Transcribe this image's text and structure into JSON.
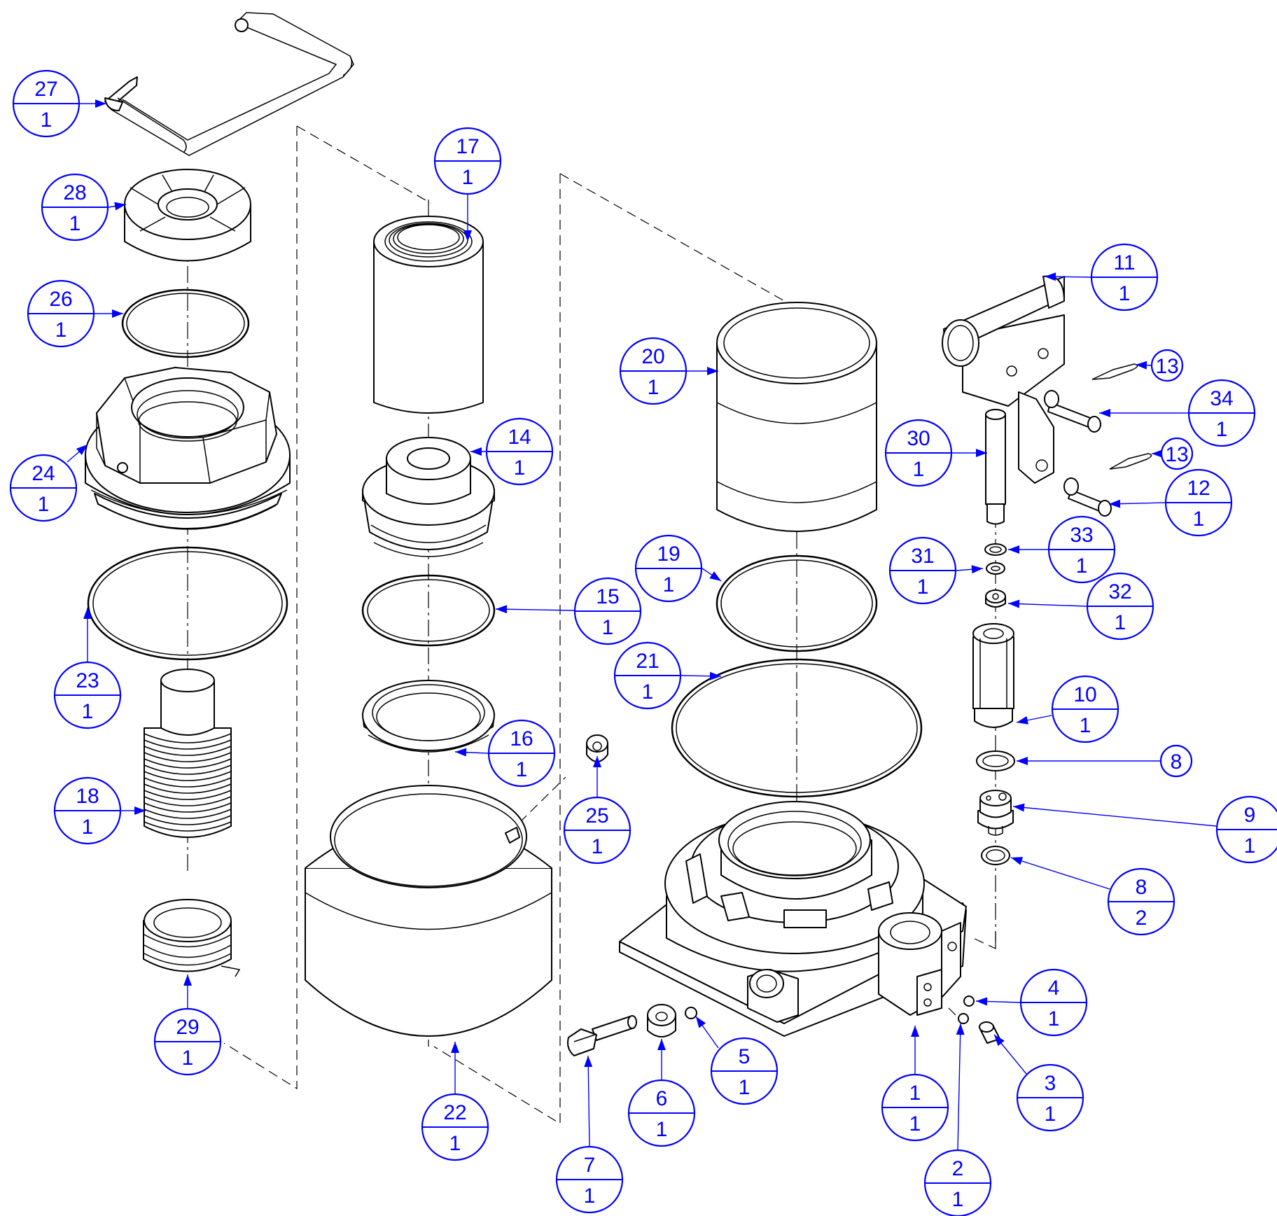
{
  "diagram": {
    "colors": {
      "callout": "#0000ff",
      "linework": "#000000",
      "background": "#ffffff"
    },
    "callouts": [
      {
        "id": "c1",
        "item": "1",
        "qty": "1"
      },
      {
        "id": "c2",
        "item": "2",
        "qty": "1"
      },
      {
        "id": "c3",
        "item": "3",
        "qty": "1"
      },
      {
        "id": "c4",
        "item": "4",
        "qty": "1"
      },
      {
        "id": "c5",
        "item": "5",
        "qty": "1"
      },
      {
        "id": "c6",
        "item": "6",
        "qty": "1"
      },
      {
        "id": "c7",
        "item": "7",
        "qty": "1"
      },
      {
        "id": "c8b",
        "item": "8",
        "qty": "2"
      },
      {
        "id": "c9",
        "item": "9",
        "qty": "1"
      },
      {
        "id": "c10",
        "item": "10",
        "qty": "1"
      },
      {
        "id": "c11",
        "item": "11",
        "qty": "1"
      },
      {
        "id": "c12",
        "item": "12",
        "qty": "1"
      },
      {
        "id": "c14",
        "item": "14",
        "qty": "1"
      },
      {
        "id": "c15",
        "item": "15",
        "qty": "1"
      },
      {
        "id": "c16",
        "item": "16",
        "qty": "1"
      },
      {
        "id": "c17",
        "item": "17",
        "qty": "1"
      },
      {
        "id": "c18",
        "item": "18",
        "qty": "1"
      },
      {
        "id": "c19",
        "item": "19",
        "qty": "1"
      },
      {
        "id": "c20",
        "item": "20",
        "qty": "1"
      },
      {
        "id": "c21",
        "item": "21",
        "qty": "1"
      },
      {
        "id": "c22",
        "item": "22",
        "qty": "1"
      },
      {
        "id": "c23",
        "item": "23",
        "qty": "1"
      },
      {
        "id": "c24",
        "item": "24",
        "qty": "1"
      },
      {
        "id": "c25",
        "item": "25",
        "qty": "1"
      },
      {
        "id": "c26",
        "item": "26",
        "qty": "1"
      },
      {
        "id": "c27",
        "item": "27",
        "qty": "1"
      },
      {
        "id": "c28",
        "item": "28",
        "qty": "1"
      },
      {
        "id": "c29",
        "item": "29",
        "qty": "1"
      },
      {
        "id": "c30",
        "item": "30",
        "qty": "1"
      },
      {
        "id": "c31",
        "item": "31",
        "qty": "1"
      },
      {
        "id": "c32",
        "item": "32",
        "qty": "1"
      },
      {
        "id": "c33",
        "item": "33",
        "qty": "1"
      },
      {
        "id": "c34",
        "item": "34",
        "qty": "1"
      }
    ],
    "single_refs": [
      {
        "id": "r8a",
        "item": "8"
      },
      {
        "id": "r13a",
        "item": "13"
      },
      {
        "id": "r13b",
        "item": "13"
      }
    ]
  }
}
